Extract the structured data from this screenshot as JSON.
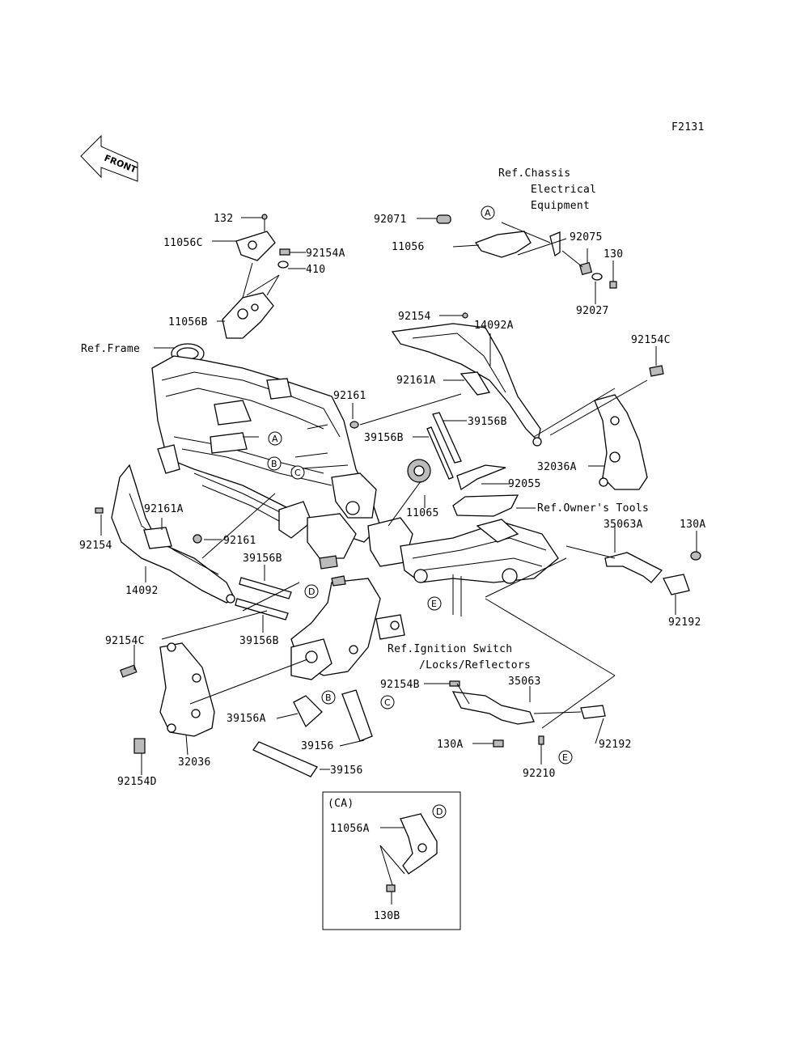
{
  "figure_code": "F2131",
  "front_label": "FRONT",
  "labels": {
    "l132": "132",
    "l11056C": "11056C",
    "l92154A": "92154A",
    "l410": "410",
    "l11056B": "11056B",
    "refFrame": "Ref.Frame",
    "l92071": "92071",
    "l11056": "11056",
    "refChassis1": "Ref.Chassis",
    "refChassis2": "Electrical",
    "refChassis3": "Equipment",
    "l92075": "92075",
    "l130": "130",
    "l92027": "92027",
    "l92154": "92154",
    "l14092A": "14092A",
    "l92154C_r": "92154C",
    "l92161A_r": "92161A",
    "l92161_r": "92161",
    "l39156B_r1": "39156B",
    "l39156B_r2": "39156B",
    "l32036A": "32036A",
    "l92055": "92055",
    "l11065": "11065",
    "refTools": "Ref.Owner's Tools",
    "l92161A_l": "92161A",
    "l92154_l": "92154",
    "l92161_l": "92161",
    "l35063A": "35063A",
    "l130A_r": "130A",
    "l39156B_l1": "39156B",
    "l14092": "14092",
    "l39156B_l2": "39156B",
    "l92192_r": "92192",
    "l92154C_l": "92154C",
    "refIgn1": "Ref.Ignition Switch",
    "refIgn2": "/Locks/Reflectors",
    "l92154B": "92154B",
    "l35063": "35063",
    "l39156A": "39156A",
    "l39156": "39156",
    "l39156_b": "39156",
    "l130A_b": "130A",
    "l92192_b": "92192",
    "l92210": "92210",
    "l32036": "32036",
    "l92154D": "92154D",
    "ca": "(CA)",
    "l11056A": "11056A",
    "l130B": "130B"
  },
  "callouts": {
    "a1": "A",
    "a2": "A",
    "b1": "B",
    "b2": "B",
    "c1": "C",
    "c2": "C",
    "d1": "D",
    "d2": "D",
    "e1": "E",
    "e2": "E"
  }
}
